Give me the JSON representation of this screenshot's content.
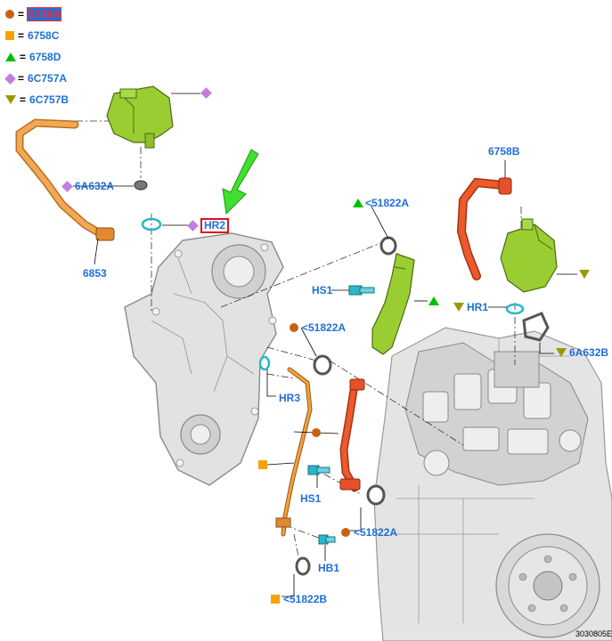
{
  "colors": {
    "label_blue": "#1f6fd6",
    "circle_brown": "#c8610f",
    "square_orange": "#f5a300",
    "triangle_green": "#00c000",
    "diamond_purple": "#c07fe0",
    "triangle_olive": "#9a9a00",
    "part_green": "#9acd32",
    "part_orange": "#e89a3c",
    "part_red": "#e8502a",
    "arrow_green": "#33dd22",
    "highlight_red": "#e01020"
  },
  "legend": [
    {
      "symbol": "circle-brown",
      "part": "6758A",
      "highlighted": true
    },
    {
      "symbol": "square-orange",
      "part": "6758C"
    },
    {
      "symbol": "triangle-green-up",
      "part": "6758D"
    },
    {
      "symbol": "diamond-purple",
      "part": "6C757A"
    },
    {
      "symbol": "triangle-olive-down",
      "part": "6C757B"
    }
  ],
  "legend_equals": "=",
  "callouts": {
    "p6A632A_left": "6A632A",
    "p6853": "6853",
    "hr2": "HR2",
    "p51822A_top": "<51822A",
    "hs1_upper": "HS1",
    "p6758B": "6758B",
    "hr1": "HR1",
    "p6A632B": "6A632B",
    "p51822A_mid": "<51822A",
    "hr3": "HR3",
    "hs1_lower": "HS1",
    "p51822A_low": "<51822A",
    "hb1": "HB1",
    "p51822B": "<51822B"
  },
  "reference_id": "3030805E"
}
